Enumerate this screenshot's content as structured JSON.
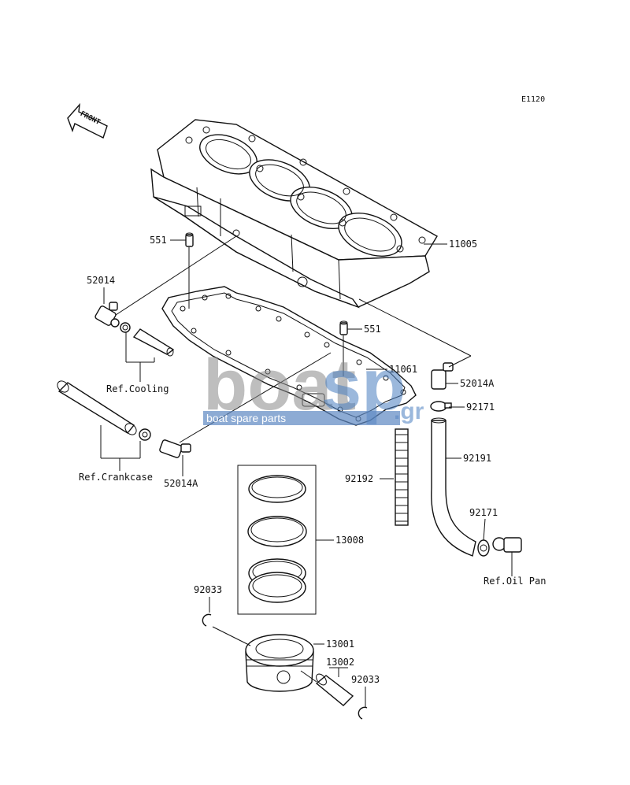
{
  "diagram_code": "E1120",
  "front_label": "FRONT",
  "part_labels": {
    "cylinder": "11005",
    "dowel_upper": "551",
    "dowel_lower": "551",
    "gasket": "11061",
    "fitting_left": "52014",
    "fitting_right": "52014A",
    "fitting_lower": "52014A",
    "clamp_upper": "92171",
    "clamp_lower": "92171",
    "hose": "92191",
    "stud": "92192",
    "ring_set": "13008",
    "piston": "13001",
    "piston_pin": "13002",
    "snap_ring_left": "92033",
    "snap_ring_right": "92033"
  },
  "references": {
    "cooling": "Ref.Cooling",
    "crankcase": "Ref.Crankcase",
    "oil_pan": "Ref.Oil Pan"
  },
  "watermark": {
    "brand_left": "boat",
    "brand_right": "sp",
    "domain": ".gr",
    "tagline": "boat spare parts"
  }
}
